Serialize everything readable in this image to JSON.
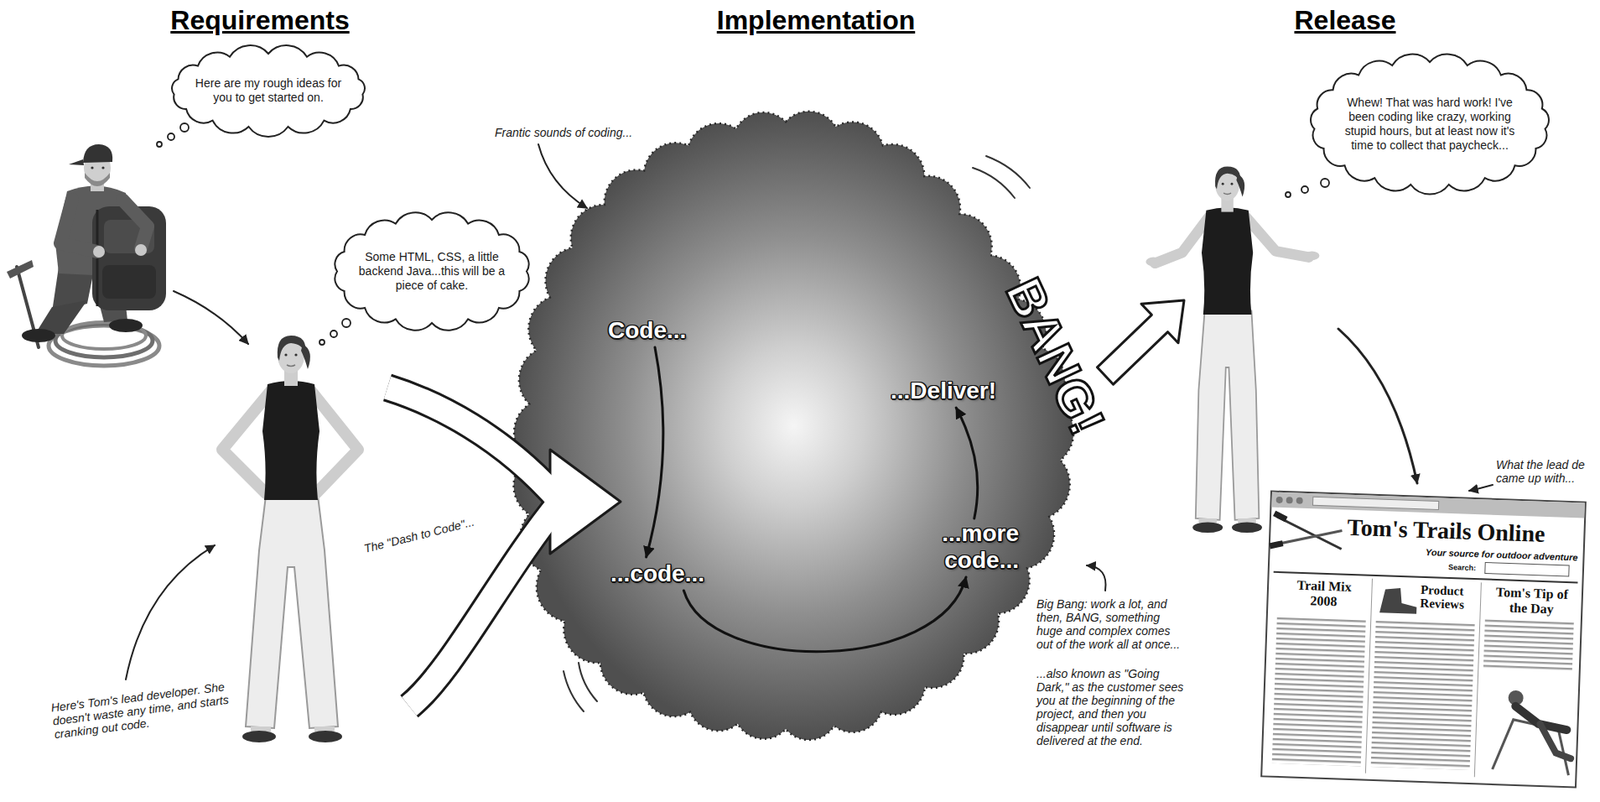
{
  "diagram": {
    "nodes": [
      {
        "text": [
          "Here are my rough ideas for you to get started on."
        ]
      },
      {
        "text": [
          "Some HTML, CSS, a little backend Java...this will be a piece of cake."
        ]
      },
      {
        "text": [
          "Code..."
        ]
      },
      {
        "text": [
          "...code..."
        ]
      },
      {
        "text": [
          "...more code..."
        ]
      },
      {
        "text": [
          "...Deliver!"
        ]
      },
      {
        "text": [
          "Whew! That was hard work! I've been coding like crazy, working stupid hours, but at least now it's time to collect that paycheck..."
        ]
      },
      {
        "text": [
          "Tom's Trails Online",
          "Your source for outdoor adventure",
          "Search:",
          "Trail Mix 2008",
          "Product Reviews",
          "Tom's Tip of the Day"
        ]
      }
    ],
    "edges": [
      {
        "from": 2,
        "to": 3,
        "arrow": "to"
      },
      {
        "from": 3,
        "to": 4,
        "arrow": "to"
      },
      {
        "from": 4,
        "to": 5,
        "arrow": "to"
      }
    ],
    "labels": [
      "Requirements",
      "Implementation",
      "Release",
      "Frantic sounds of coding...",
      "The \"Dash to Code\"...",
      "BANG!",
      "Here's Tom's lead developer. She doesn't waste any time, and starts cranking out code.",
      "Big Bang: work a lot, and then, BANG, something huge and complex comes out of the work all at once...",
      "...also known as \"Going Dark,\" as the customer sees you at the beginning of the project, and then you disappear until software is delivered at the end.",
      "What the lead de came up with..."
    ]
  }
}
